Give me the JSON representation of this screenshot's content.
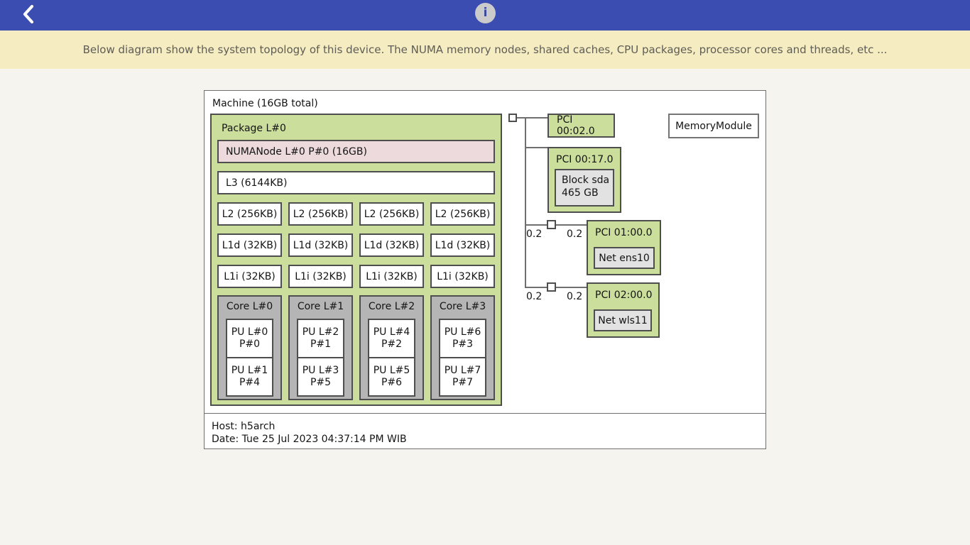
{
  "colors": {
    "topbar_blue": "#3c4db1",
    "banner_yellow": "#f6ecc2",
    "package_green": "#cbde9c",
    "numanode_pink": "#ecdadd",
    "core_gray": "#b5b5b5",
    "device_gray": "#e2e2e2"
  },
  "header": {
    "back_icon": "chevron-left",
    "info_icon_letter": "i"
  },
  "banner": {
    "text": "Below diagram show the system topology of this device. The NUMA memory nodes, shared caches, CPU packages, processor cores and threads, etc ..."
  },
  "machine": {
    "title": "Machine (16GB total)",
    "package": {
      "title": "Package L#0",
      "numanode": "NUMANode L#0 P#0 (16GB)",
      "l3": "L3 (6144KB)",
      "l2": [
        "L2 (256KB)",
        "L2 (256KB)",
        "L2 (256KB)",
        "L2 (256KB)"
      ],
      "l1d": [
        "L1d (32KB)",
        "L1d (32KB)",
        "L1d (32KB)",
        "L1d (32KB)"
      ],
      "l1i": [
        "L1i (32KB)",
        "L1i (32KB)",
        "L1i (32KB)",
        "L1i (32KB)"
      ],
      "cores": [
        {
          "title": "Core L#0",
          "pus": [
            {
              "l": "PU L#0",
              "p": "P#0"
            },
            {
              "l": "PU L#1",
              "p": "P#4"
            }
          ]
        },
        {
          "title": "Core L#1",
          "pus": [
            {
              "l": "PU L#2",
              "p": "P#1"
            },
            {
              "l": "PU L#3",
              "p": "P#5"
            }
          ]
        },
        {
          "title": "Core L#2",
          "pus": [
            {
              "l": "PU L#4",
              "p": "P#2"
            },
            {
              "l": "PU L#5",
              "p": "P#6"
            }
          ]
        },
        {
          "title": "Core L#3",
          "pus": [
            {
              "l": "PU L#6",
              "p": "P#3"
            },
            {
              "l": "PU L#7",
              "p": "P#7"
            }
          ]
        }
      ]
    },
    "io": {
      "pci_00_02": {
        "title": "PCI 00:02.0"
      },
      "pci_00_17": {
        "title": "PCI 00:17.0",
        "block_line1": "Block sda",
        "block_line2": "465 GB"
      },
      "pci_01_00": {
        "title": "PCI 01:00.0",
        "net": "Net ens10",
        "speed_left": "0.2",
        "speed_right": "0.2"
      },
      "pci_02_00": {
        "title": "PCI 02:00.0",
        "net": "Net wls11",
        "speed_left": "0.2",
        "speed_right": "0.2"
      },
      "memory_module": "MemoryModule"
    }
  },
  "footer": {
    "host": "Host: h5arch",
    "date": "Date: Tue 25 Jul 2023 04:37:14 PM WIB"
  }
}
